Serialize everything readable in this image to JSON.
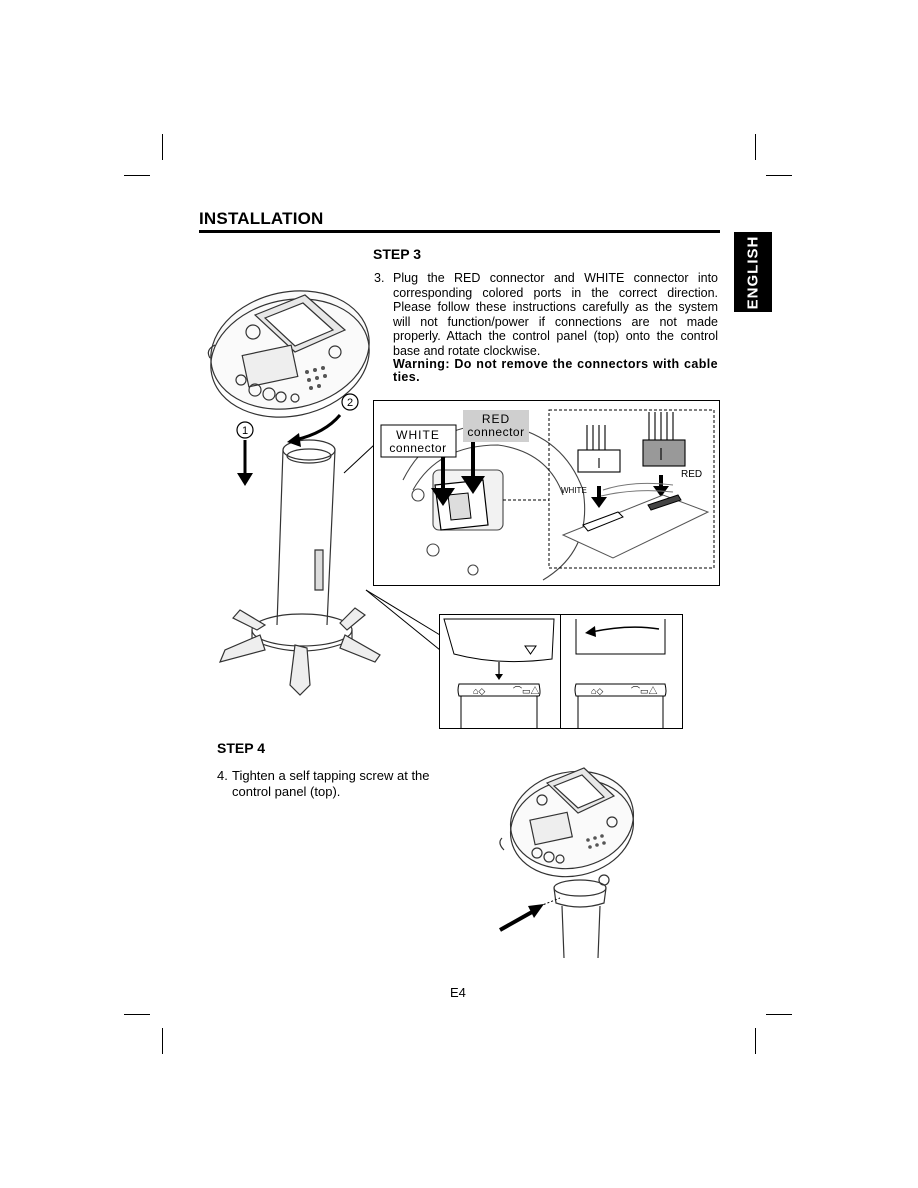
{
  "header": {
    "section_title": "INSTALLATION",
    "language_tab": "ENGLISH"
  },
  "step3": {
    "title": "STEP 3",
    "number": "3.",
    "instruction": "Plug the RED connector and WHITE connector  into corresponding colored ports in the correct direction. Please follow these instructions carefully as the system will not function/power  if connections are not made properly. Attach the control panel (top) onto the control base and rotate clockwise.",
    "warning": "Warning: Do not remove the connectors with cable ties."
  },
  "step4": {
    "title": "STEP 4",
    "number": "4.",
    "instruction": "Tighten a self tapping screw at the control panel (top)."
  },
  "diagram": {
    "callout_1": "1",
    "callout_2": "2",
    "white_connector_label_line1": "WHITE",
    "white_connector_label_line2": "connector",
    "red_connector_label_line1": "RED",
    "red_connector_label_line2": "connector",
    "port_label_red": "RED",
    "port_label_white": "WHITE"
  },
  "footer": {
    "page_number": "E4"
  }
}
